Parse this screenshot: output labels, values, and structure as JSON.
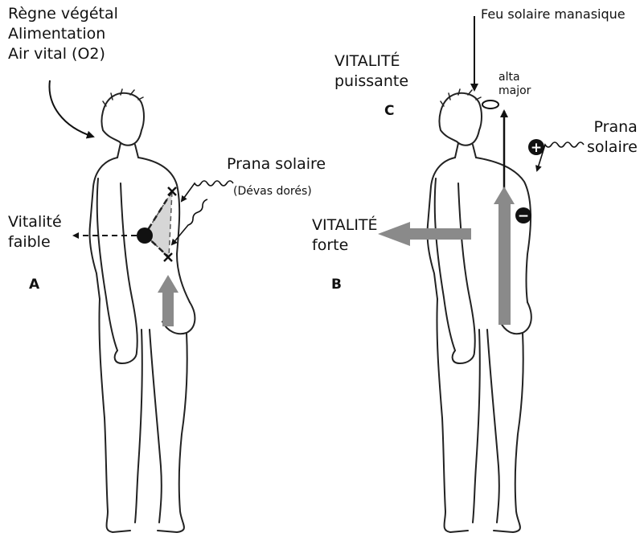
{
  "figure_a": {
    "source_lines": [
      "Règne végétal",
      "Alimentation",
      "Air vital (O2)"
    ],
    "prana_label": "Prana solaire",
    "devas_label": "(Dévas dorés)",
    "vitality_lines": [
      "Vitalité",
      "faible"
    ],
    "letter": "A"
  },
  "figure_b": {
    "fire_label": "Feu solaire manasique",
    "strong_vitality_lines": [
      "VITALITÉ",
      "forte"
    ],
    "letter": "B",
    "powerful_vitality_lines": [
      "VITALITÉ",
      "puissante"
    ],
    "letter_c": "C",
    "alta_major_lines": [
      "alta",
      "major"
    ],
    "prana_lines": [
      "Prana",
      "solaire"
    ],
    "plus_symbol": "+",
    "minus_symbol": "−"
  },
  "colors": {
    "ink": "#111111",
    "arrow_grey": "#8a8a8a",
    "triangle_fill": "#d6d6d6"
  }
}
